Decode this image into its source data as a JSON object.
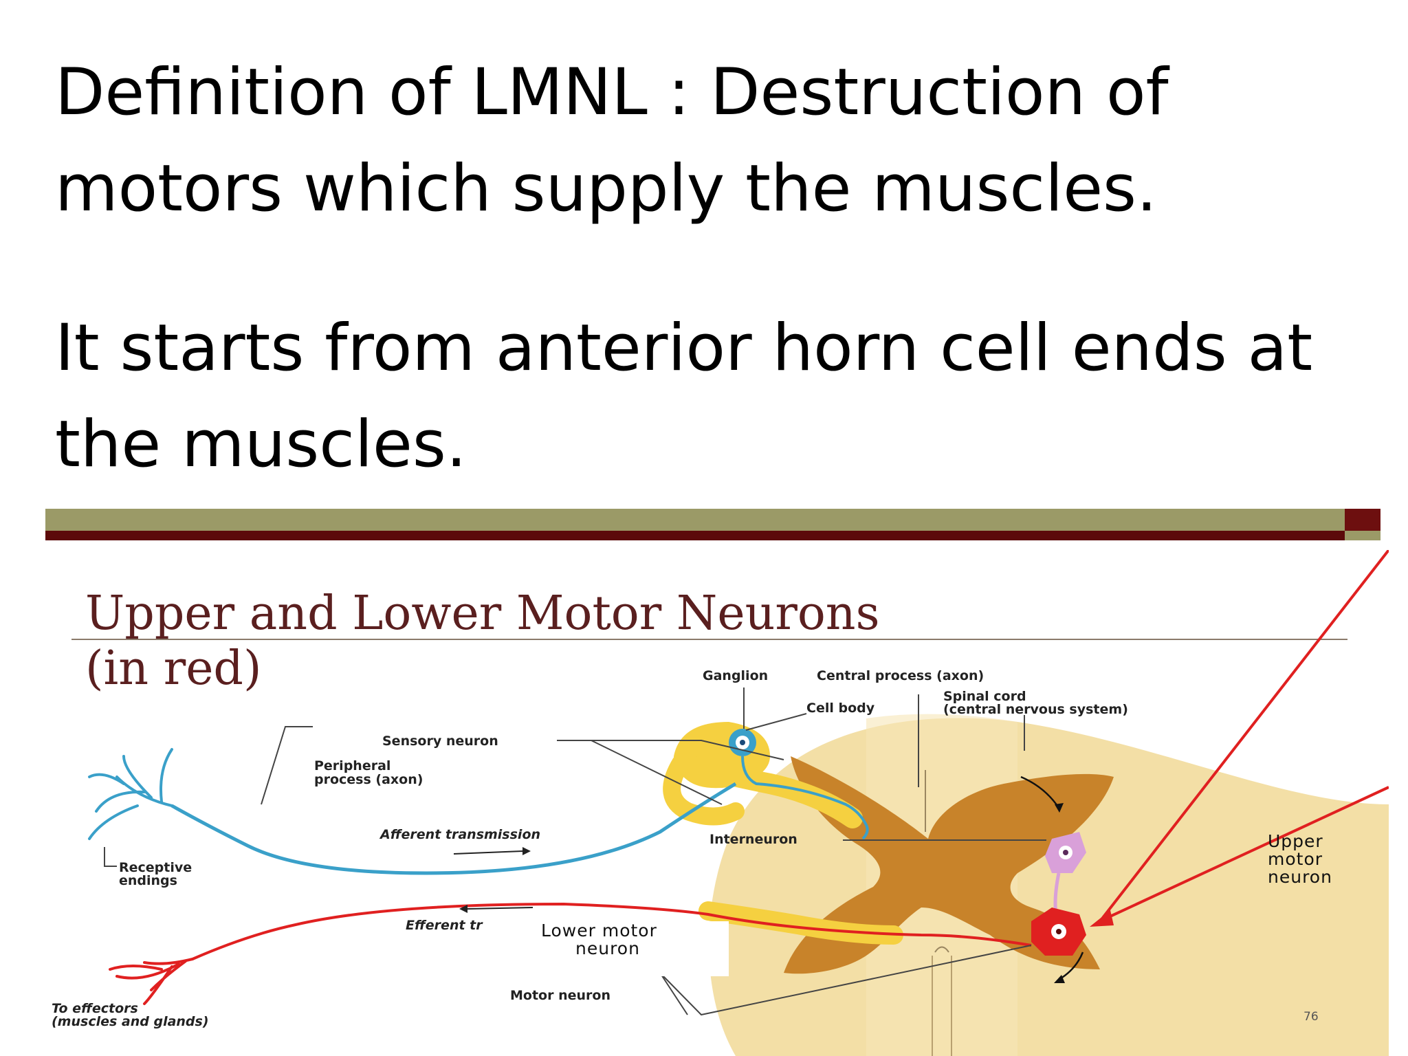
{
  "slide": {
    "line1": "Definition of LMNL : Destruction of",
    "line2": "motors which supply the muscles.",
    "line3": "It starts from anterior horn cell ends at",
    "line4": "the muscles."
  },
  "colors": {
    "olive_bar": "#9b9a67",
    "maroon_bar": "#5c0a0a",
    "title_color": "#5a1f1f",
    "sensory_blue": "#3aa0c9",
    "motor_red": "#e02020",
    "nerve_yellow": "#f5d040",
    "gray_matter": "#c8832a",
    "white_matter": "#f3dfa6"
  },
  "figure": {
    "title_line1": "Upper and Lower Motor Neurons",
    "title_line2": "(in red)",
    "labels": {
      "ganglion": "Ganglion",
      "central_process": "Central process (axon)",
      "cell_body": "Cell body",
      "spinal_cord_1": "Spinal cord",
      "spinal_cord_2": "(central nervous system)",
      "sensory_neuron": "Sensory neuron",
      "peripheral_1": "Peripheral",
      "peripheral_2": "process (axon)",
      "afferent": "Afferent transmission",
      "interneuron": "Interneuron",
      "receptive_1": "Receptive",
      "receptive_2": "endings",
      "efferent": "Efferent tr",
      "lower_motor_1": "Lower motor",
      "lower_motor_2": "neuron",
      "upper_1": "Upper",
      "upper_2": "motor",
      "upper_3": "neuron",
      "motor_neuron": "Motor neuron",
      "effectors_1": "To effectors",
      "effectors_2": "(muscles and glands)",
      "page_number": "76"
    }
  }
}
